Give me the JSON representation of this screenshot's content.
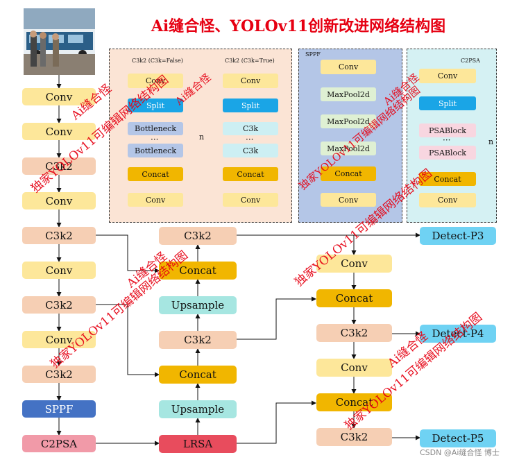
{
  "title": "Ai缝合怪、YOLOv11创新改进网络结构图",
  "credit": "CSDN @Ai缝合怪 博士",
  "watermarks": {
    "w1": "Ai缝合怪",
    "w2": "独家YOLOv11可编辑网络结构图",
    "w3": "Ai缝合怪",
    "w4": "独家YOLOv11可编辑网络结构图",
    "w5": "Ai缝合怪",
    "w6": "独家YOLOv11可编辑网络结构图",
    "w7": "Ai缝合怪",
    "w8": "独家YOLOv11可编辑网络结构图",
    "w9": "Ai缝合怪",
    "w10": "独家YOLOv11可编辑网络结构图"
  },
  "backbone": {
    "conv1": "Conv",
    "conv2": "Conv",
    "c3k2_1": "C3k2",
    "conv3": "Conv",
    "c3k2_2": "C3k2",
    "conv4": "Conv",
    "c3k2_3": "C3k2",
    "conv5": "Conv",
    "c3k2_4": "C3k2",
    "sppf": "SPPF",
    "c2psa": "C2PSA"
  },
  "neck": {
    "c3k2_top": "C3k2",
    "concat_1": "Concat",
    "upsample_1": "Upsample",
    "c3k2_mid": "C3k2",
    "concat_2": "Concat",
    "upsample_2": "Upsample",
    "lrsa": "LRSA"
  },
  "head": {
    "conv_1": "Conv",
    "concat_1": "Concat",
    "c3k2_1": "C3k2",
    "conv_2": "Conv",
    "concat_2": "Concat",
    "c3k2_2": "C3k2",
    "detect_p3": "Detect-P3",
    "detect_p4": "Detect-P4",
    "detect_p5": "Detect-P5"
  },
  "panel_c3k2": {
    "title_false": "C3k2 (C3k=False)",
    "title_true": "C3k2 (C3k=True)",
    "left": {
      "conv_top": "Conv",
      "split": "Split",
      "b1": "Bottleneck",
      "dots": "···",
      "b2": "Bottleneck",
      "concat": "Concat",
      "conv_bottom": "Conv"
    },
    "right": {
      "conv_top": "Conv",
      "split": "Split",
      "b1": "C3k",
      "dots": "···",
      "b2": "C3k",
      "concat": "Concat",
      "conv_bottom": "Conv"
    },
    "n_label": "n"
  },
  "panel_sppf": {
    "title": "SPPF",
    "conv_top": "Conv",
    "mp1": "MaxPool2d",
    "mp2": "MaxPool2d",
    "mp3": "MaxPool2d",
    "concat": "Concat",
    "conv_bottom": "Conv"
  },
  "panel_c2psa": {
    "title": "C2PSA",
    "conv_top": "Conv",
    "split": "Split",
    "psa1": "PSABlock",
    "dots": "···",
    "psa2": "PSABlock",
    "concat": "Concat",
    "conv_bottom": "Conv",
    "n_label": "n"
  },
  "colors": {
    "conv": "#fde79a",
    "c3k2": "#f6cfb4",
    "concat": "#f1b600",
    "detect": "#6fd2f3",
    "upsample": "#a6e6e1",
    "sppf": "#4472c4",
    "c2psa": "#f19aa8",
    "lrsa": "#e84c5d",
    "split": "#1aa5e6",
    "watermark": "#e60012"
  }
}
